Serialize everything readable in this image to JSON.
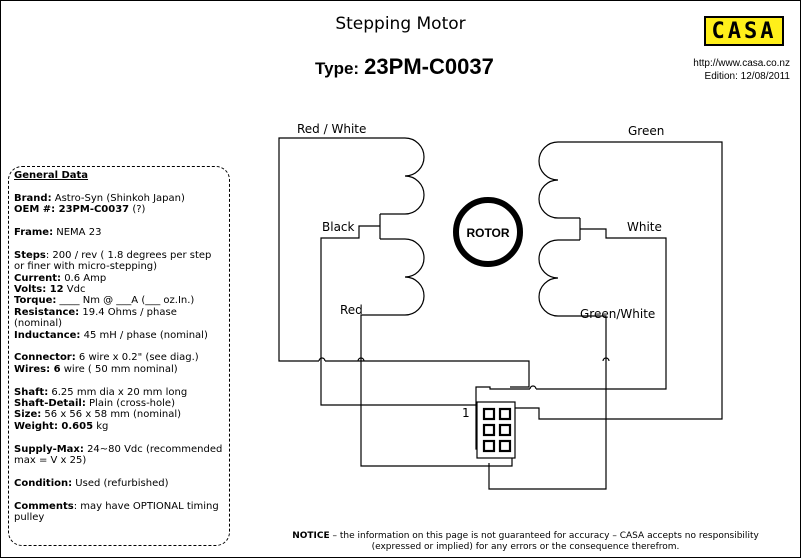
{
  "header": {
    "title": "Stepping Motor",
    "type_label": "Type:",
    "type_value": "23PM-C0037",
    "logo_text": "CASA",
    "url": "http://www.casa.co.nz",
    "edition": "Edition: 12/08/2011"
  },
  "general": {
    "heading": "General Data",
    "brand_label": "Brand:",
    "brand_value": " Astro-Syn (Shinkoh Japan)",
    "oem_label": "OEM #: 23PM-C0037",
    "oem_value": " (?)",
    "frame_label": "Frame:",
    "frame_value": " NEMA 23",
    "steps_label": "Steps",
    "steps_value": ": 200 / rev ( 1.8 degrees per step or finer with micro-stepping)",
    "current_label": "Current:",
    "current_value": " 0.6  Amp",
    "volts_label": "Volts: 12",
    "volts_value": " Vdc",
    "torque_label": "Torque:",
    "torque_value": " ____ Nm @ ___A (___ oz.In.)",
    "resistance_label": "Resistance:",
    "resistance_value": " 19.4 Ohms / phase (nominal)",
    "inductance_label": "Inductance:",
    "inductance_value": " 45 mH / phase (nominal)",
    "connector_label": "Connector:",
    "connector_value": "  6 wire x 0.2\" (see diag.)",
    "wires_label": "Wires: 6",
    "wires_value": " wire ( 50 mm nominal)",
    "shaft_label": "Shaft:",
    "shaft_value": " 6.25 mm dia x 20 mm long",
    "shaft_detail_label": "Shaft-Detail:",
    "shaft_detail_value": " Plain (cross-hole)",
    "size_label": "Size:",
    "size_value": " 56 x 56 x 58 mm (nominal)",
    "weight_label": "Weight: 0.605",
    "weight_value": " kg",
    "supply_label": "Supply-Max:",
    "supply_value": " 24~80 Vdc (recommended max = V x 25)",
    "condition_label": "Condition:",
    "condition_value": " Used  (refurbished)",
    "comments_label": "Comments",
    "comments_value": ": may have OPTIONAL timing pulley"
  },
  "diagram": {
    "rotor_label": "ROTOR",
    "wire_labels": {
      "red_white": "Red / White",
      "black": "Black",
      "red": "Red",
      "green": "Green",
      "white": "White",
      "green_white": "Green/White"
    },
    "connector_pin_label": "1"
  },
  "footer": {
    "notice_label": "NOTICE",
    "notice_line1": " – the information on this page is not guaranteed for accuracy – CASA accepts no responsibility",
    "notice_line2": "(expressed or implied) for any errors or the consequence therefrom."
  }
}
